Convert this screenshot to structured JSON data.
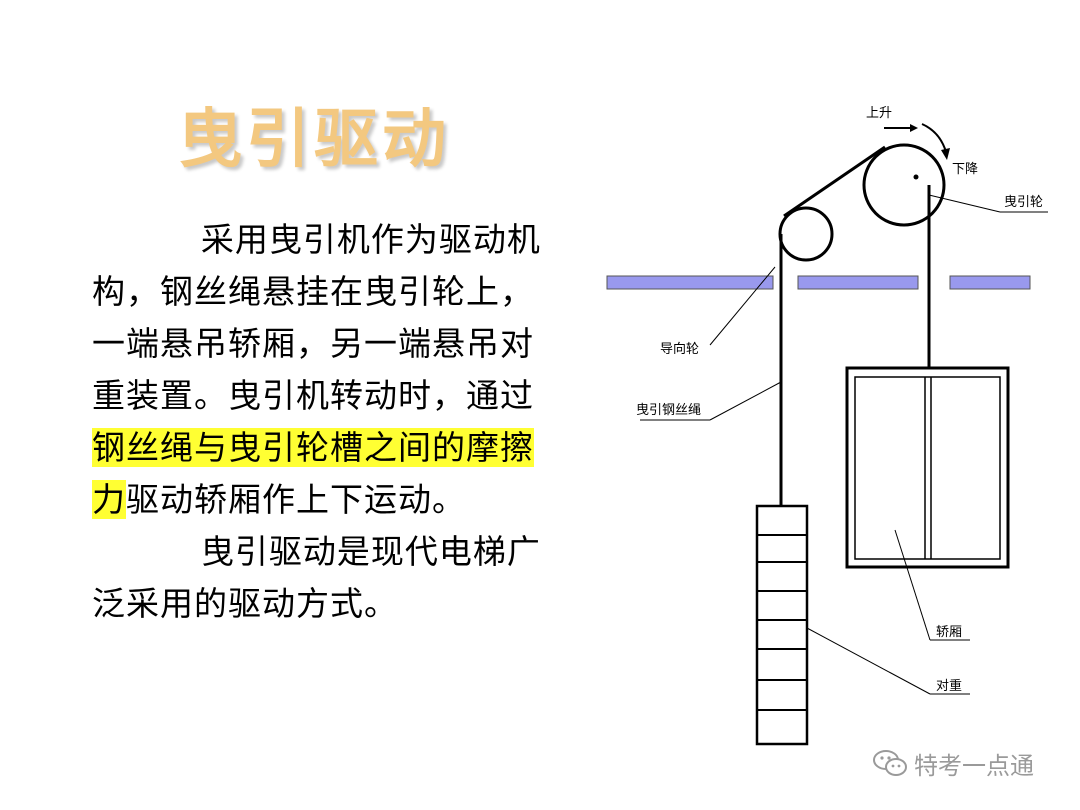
{
  "title": "曳引驱动",
  "paragraph1": {
    "before": "采用曳引机作为驱动机构，钢丝绳悬挂在曳引轮上，一端悬吊轿厢，另一端悬吊对重装置。曳引机转动时，通过",
    "highlight": "钢丝绳与曳引轮槽之间的摩擦力",
    "after": "驱动轿厢作上下运动。"
  },
  "paragraph2": "曳引驱动是现代电梯广泛采用的驱动方式。",
  "diagram": {
    "labels": {
      "up": "上升",
      "down": "下降",
      "traction_sheave": "曳引轮",
      "guide_pulley": "导向轮",
      "wire_rope": "曳引钢丝绳",
      "car": "轿厢",
      "counterweight": "对重"
    },
    "colors": {
      "floor_beam": "#9999ee",
      "lines": "#000000"
    }
  },
  "watermark": {
    "text": "特考一点通",
    "icon": "wechat-icon"
  },
  "colors": {
    "title": "#f3c880",
    "highlight": "#ffff33",
    "watermark": "#9a9a9a"
  }
}
